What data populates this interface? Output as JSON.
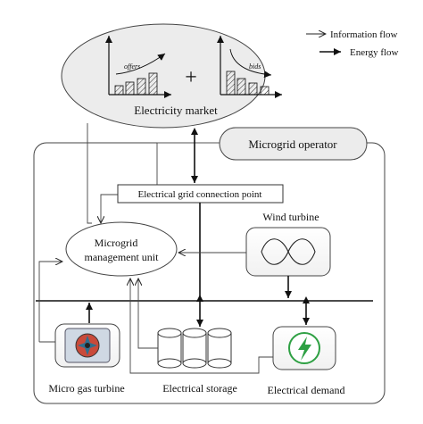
{
  "legend": {
    "information_flow": "Information flow",
    "energy_flow": "Energy flow"
  },
  "market": {
    "label": "Electricity market",
    "offers_label": "offers",
    "bids_label": "bids",
    "operator_symbol": "+"
  },
  "operator": {
    "label": "Microgrid operator"
  },
  "grid_point": {
    "label": "Electrical grid connection point"
  },
  "mgmt_unit": {
    "line1": "Microgrid",
    "line2": "management unit"
  },
  "wind": {
    "label": "Wind turbine"
  },
  "components": {
    "gas_turbine": "Micro gas turbine",
    "storage": "Electrical storage",
    "demand": "Electrical demand"
  }
}
